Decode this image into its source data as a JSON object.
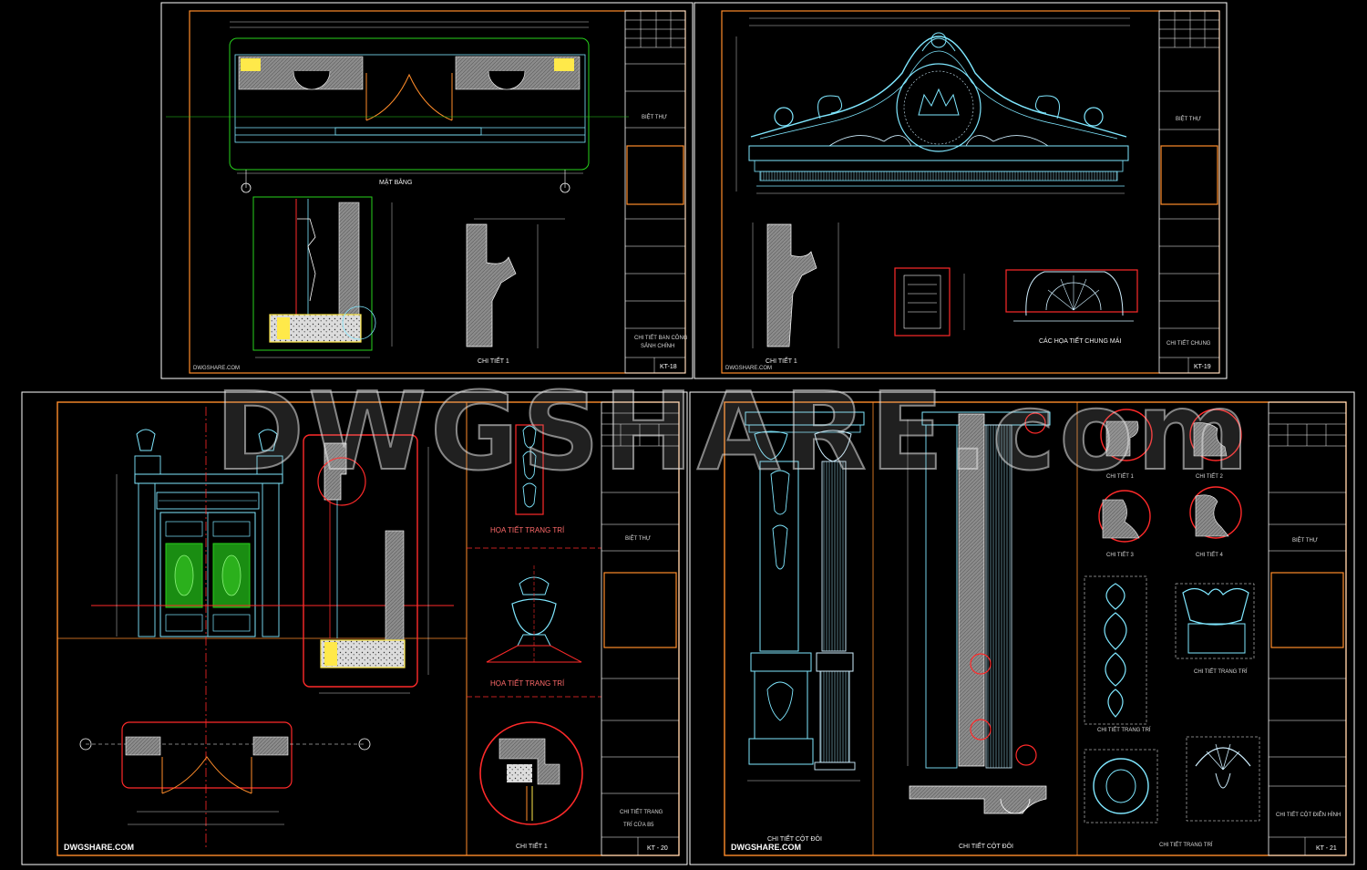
{
  "watermark": "DWGSHARE.com",
  "colors": {
    "background": "#000000",
    "sheet_border": "#ffffff",
    "frame": "#ff8c2a",
    "cyan": "#7fe7ff",
    "red": "#ff2a2a",
    "green": "#28d21c",
    "yellow": "#ffe94a",
    "hatch": "#9a9a9a"
  },
  "sheets": [
    {
      "id": "KT-18",
      "brand": "DWGSHARE.COM",
      "labels": {
        "plan": "MẶT BẰNG",
        "detail": "CHI TIẾT 1"
      },
      "title_block": {
        "project": "BIỆT THỰ",
        "drawing": "CHI TIẾT BAN CÔNG",
        "drawing_2": "SẢNH CHÍNH",
        "sheet": "KT-18"
      }
    },
    {
      "id": "KT-19",
      "brand": "DWGSHARE.COM",
      "labels": {
        "detail": "CHI TIẾT 1",
        "patterns": "CÁC HỌA TIẾT CHUNG MÁI"
      },
      "title_block": {
        "project": "BIỆT THỰ",
        "drawing": "CHI TIẾT CHUNG",
        "sheet": "KT-19"
      }
    },
    {
      "id": "KT-20",
      "brand": "DWGSHARE.COM",
      "labels": {
        "ornament_1": "HỌA TIẾT TRANG TRÍ",
        "ornament_2": "HỌA TIẾT TRANG TRÍ",
        "detail": "CHI TIẾT 1"
      },
      "title_block": {
        "project": "BIỆT THỰ",
        "drawing": "CHI TIẾT TRANG",
        "drawing_2": "TRÍ CỬA B5",
        "sheet": "KT - 20"
      }
    },
    {
      "id": "KT-21",
      "brand": "DWGSHARE.COM",
      "labels": {
        "column_1": "CHI TIẾT CỘT ĐÔI",
        "column_2": "CHI TIẾT CỘT ĐÔI",
        "d1": "CHI TIẾT 1",
        "d2": "CHI TIẾT 2",
        "d3": "CHI TIẾT 3",
        "d4": "CHI TIẾT 4",
        "orn_a": "CHI TIẾT TRANG TRÍ",
        "orn_b": "CHI TIẾT TRANG TRÍ",
        "orn_c": "CHI TIẾT TRANG TRÍ"
      },
      "title_block": {
        "project": "BIỆT THỰ",
        "drawing": "CHI TIẾT CỘT ĐIỂN HÌNH",
        "sheet": "KT - 21"
      }
    }
  ]
}
